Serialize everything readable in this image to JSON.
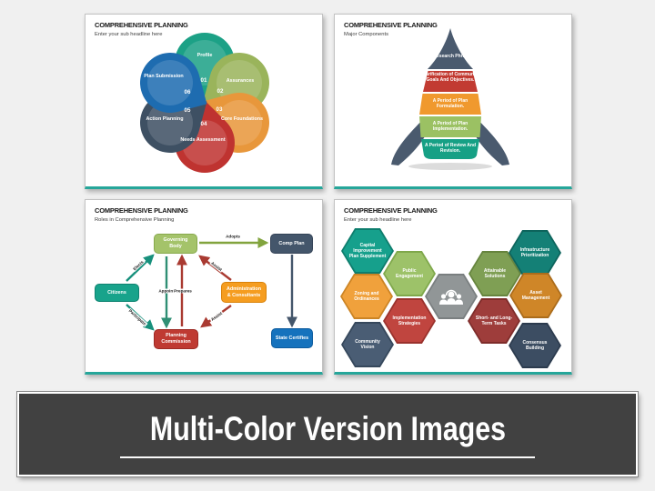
{
  "banner": {
    "title": "Multi-Color Version Images"
  },
  "palette": {
    "page_bg": "#f0f0f0",
    "slide_accent_line": "#26a69a",
    "banner_bg": "#414141",
    "banner_text": "#ffffff"
  },
  "slides": {
    "flower": {
      "title": "COMPREHENSIVE PLANNING",
      "subtitle": "Enter your sub headline here",
      "petals": [
        {
          "num": "01",
          "label": "Profile",
          "color": "#1ca186"
        },
        {
          "num": "02",
          "label": "Assurances",
          "color": "#9ab45b"
        },
        {
          "num": "03",
          "label": "Core Foundations",
          "color": "#e8973b"
        },
        {
          "num": "04",
          "label": "Needs Assessment",
          "color": "#bf3330"
        },
        {
          "num": "05",
          "label": "Action Planning",
          "color": "#3e5063"
        },
        {
          "num": "06",
          "label": "Plan Submission",
          "color": "#1e6cb0"
        }
      ]
    },
    "rocket": {
      "title": "COMPREHENSIVE PLANNING",
      "subtitle": "Major Components",
      "stages": [
        {
          "label": "A Research Phrase.",
          "color": "#4a5a6e"
        },
        {
          "label": "Clarification of Community Goals And Objectives.",
          "color": "#c23b32"
        },
        {
          "label": "A Period of Plan Formulation.",
          "color": "#f0992e"
        },
        {
          "label": "A Period of Plan Implementation.",
          "color": "#9bc163"
        },
        {
          "label": "A Period of Review And Revision.",
          "color": "#16a085"
        }
      ]
    },
    "flow": {
      "title": "COMPREHENSIVE PLANNING",
      "subtitle": "Roles in Comprehensive Planning",
      "nodes": {
        "governing": {
          "label": "Governing Body",
          "color": "#a4c36a"
        },
        "comp_plan": {
          "label": "Comp Plan",
          "color": "#44566b"
        },
        "citizens": {
          "label": "Citizens",
          "color": "#18a38b"
        },
        "admin": {
          "label": "Administration & Consultants",
          "color": "#f59d20"
        },
        "planning": {
          "label": "Planning Commission",
          "color": "#bf3a32"
        },
        "state": {
          "label": "State Certifies",
          "color": "#1572bd"
        }
      },
      "edge_labels": {
        "elects": "Elects",
        "participate": "Participate",
        "appoint": "Appoint",
        "prepares": "Prepares",
        "assist_upper": "Assist",
        "assist_lower": "Assist",
        "adopts": "Adopts"
      }
    },
    "hex": {
      "title": "COMPREHENSIVE PLANNING",
      "subtitle": "Enter your sub headline here",
      "center_icon": "team-people-icon",
      "center_color": "#919697",
      "cells": {
        "capital": {
          "label": "Capital Improvement Plan Supplement",
          "color": "#16a08c"
        },
        "public": {
          "label": "Public Engagement",
          "color": "#9dc269"
        },
        "zoning": {
          "label": "Zoning and Ordinances",
          "color": "#f0a13c"
        },
        "implementation": {
          "label": "Implementation Strategies",
          "color": "#c0453f"
        },
        "community": {
          "label": "Community Vision",
          "color": "#4a5d74"
        },
        "attainable": {
          "label": "Attainable Solutions",
          "color": "#7f9f54"
        },
        "short_long": {
          "label": "Short- and Long-Term Tasks",
          "color": "#9e3d3b"
        },
        "infrastructure": {
          "label": "Infrastructure Prioritization",
          "color": "#148076"
        },
        "asset": {
          "label": "Asset Management",
          "color": "#cf8628"
        },
        "consensus": {
          "label": "Consensus Building",
          "color": "#3c4d62"
        }
      }
    }
  }
}
